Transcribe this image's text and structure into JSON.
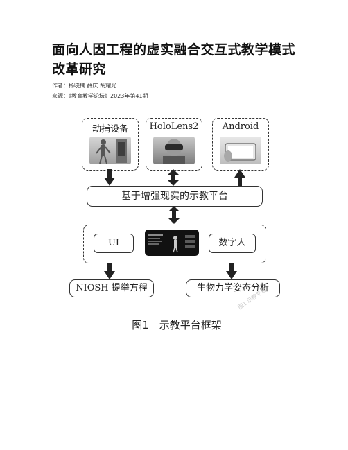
{
  "article": {
    "title": "面向人因工程的虚实融合交互式教学模式改革研究",
    "author_line": "作者：杨晓楠 薛庆 胡耀光",
    "source_line": "来源：《教育教学论坛》2023年第41期"
  },
  "figure": {
    "top_boxes": [
      {
        "label": "动捕设备"
      },
      {
        "label": "HoloLens2"
      },
      {
        "label": "Android"
      }
    ],
    "platform_label": "基于增强现实的示教平台",
    "ui_label": "UI",
    "digital_human_label": "数字人",
    "niosh_label": "NIOSH 提举方程",
    "biomech_label": "生物力学姿态分析",
    "caption": "图1　示教平台框架",
    "watermark": "图1 示教平台"
  }
}
